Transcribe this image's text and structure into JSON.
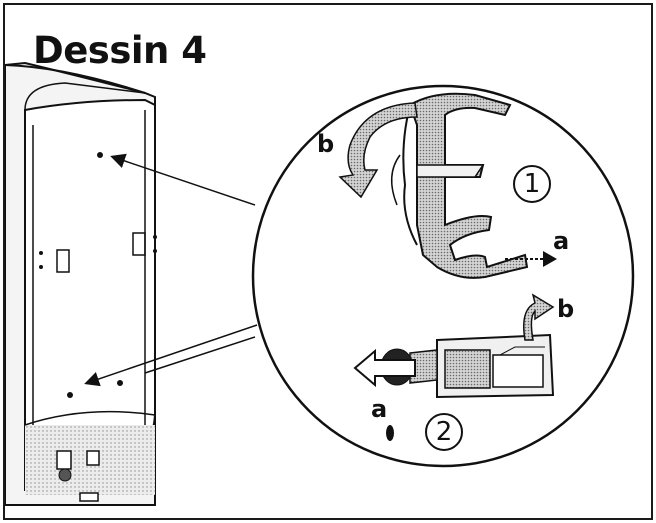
{
  "title": "Dessin 4",
  "labels": {
    "step1_number": "1",
    "step2_number": "2",
    "step1_a": "a",
    "step1_b": "b",
    "step2_a": "a",
    "step2_b": "b"
  }
}
